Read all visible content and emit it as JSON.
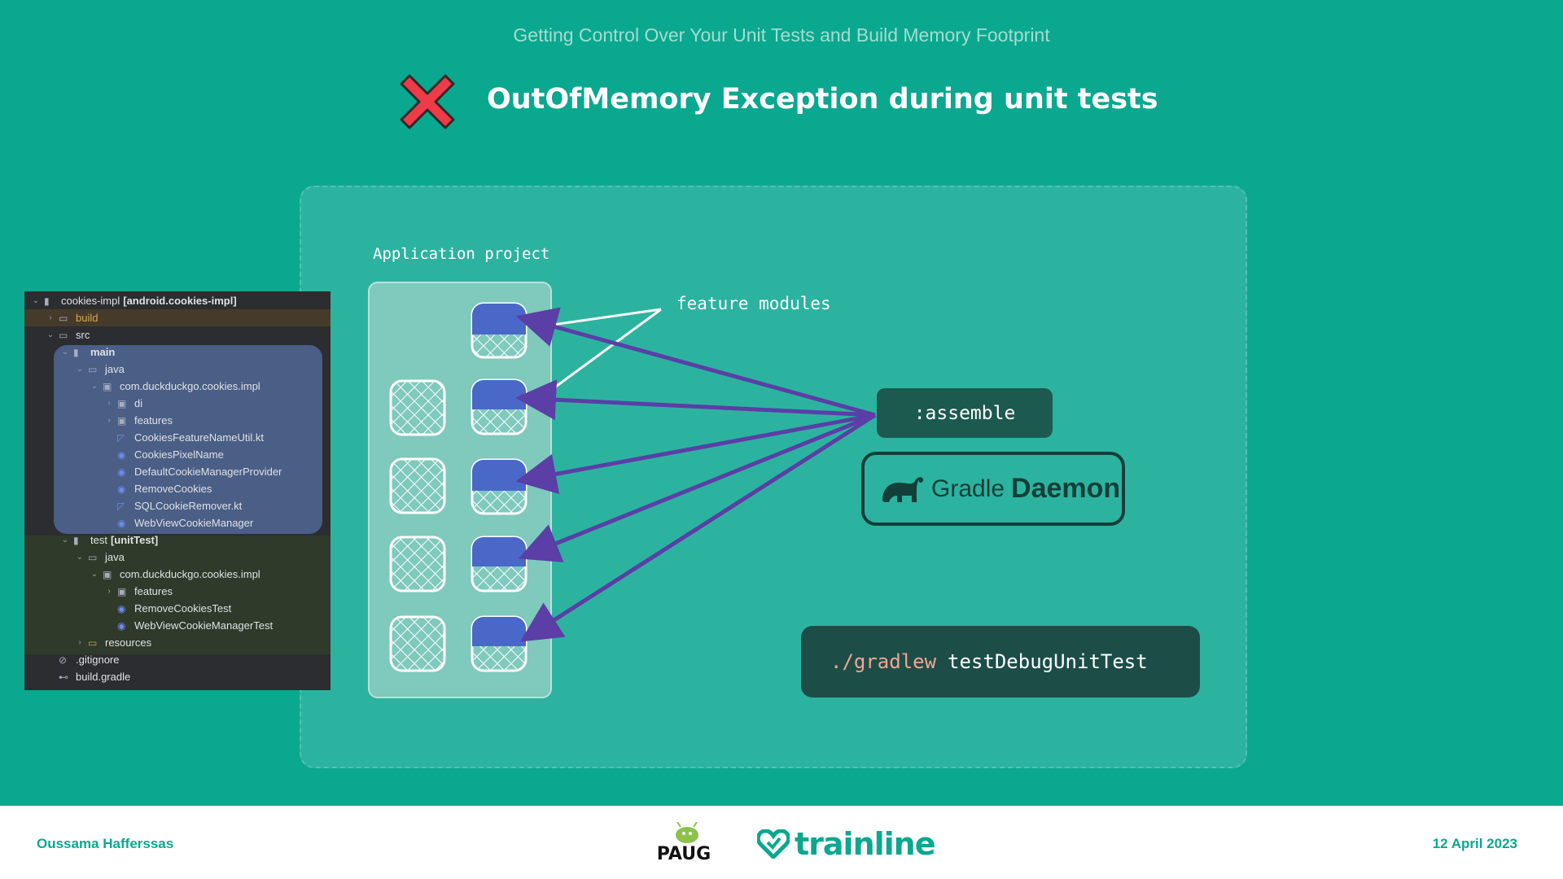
{
  "header": {
    "subtitle": "Getting Control Over Your Unit Tests and Build Memory Footprint",
    "title": "OutOfMemory Exception during unit tests"
  },
  "diagram": {
    "project_label": "Application project",
    "feature_modules_label": "feature modules",
    "assemble_label": ":assemble",
    "gradle_word": "Gradle",
    "gradle_daemon": "Daemon",
    "command_path": "./gradlew",
    "command_task": "testDebugUnitTest",
    "arrow_color": "#5b3ea6",
    "module_fill_color": "#4a68c8"
  },
  "tree": {
    "rows": [
      {
        "label": "cookies-impl",
        "suffix": "[android.cookies-impl]",
        "icon": "module-icon",
        "chevron": "down"
      },
      {
        "label": "build",
        "icon": "folder-icon",
        "chevron": "right",
        "color": "#d6a94a"
      },
      {
        "label": "src",
        "icon": "folder-icon",
        "chevron": "down"
      },
      {
        "label": "main",
        "icon": "module-icon",
        "chevron": "down",
        "bold": true
      },
      {
        "label": "java",
        "icon": "folder-icon",
        "chevron": "down"
      },
      {
        "label": "com.duckduckgo.cookies.impl",
        "icon": "package-icon",
        "chevron": "down"
      },
      {
        "label": "di",
        "icon": "package-icon",
        "chevron": "right"
      },
      {
        "label": "features",
        "icon": "package-icon",
        "chevron": "right"
      },
      {
        "label": "CookiesFeatureNameUtil.kt",
        "icon": "kotlin-file-icon",
        "chevron": ""
      },
      {
        "label": "CookiesPixelName",
        "icon": "class-icon",
        "chevron": ""
      },
      {
        "label": "DefaultCookieManagerProvider",
        "icon": "class-icon",
        "chevron": ""
      },
      {
        "label": "RemoveCookies",
        "icon": "class-icon",
        "chevron": ""
      },
      {
        "label": "SQLCookieRemover.kt",
        "icon": "kotlin-file-icon",
        "chevron": ""
      },
      {
        "label": "WebViewCookieManager",
        "icon": "class-icon",
        "chevron": ""
      },
      {
        "label": "test",
        "suffix": "[unitTest]",
        "icon": "module-icon",
        "chevron": "down"
      },
      {
        "label": "java",
        "icon": "folder-icon",
        "chevron": "down"
      },
      {
        "label": "com.duckduckgo.cookies.impl",
        "icon": "package-icon",
        "chevron": "down"
      },
      {
        "label": "features",
        "icon": "package-icon",
        "chevron": "right"
      },
      {
        "label": "RemoveCookiesTest",
        "icon": "class-icon",
        "chevron": ""
      },
      {
        "label": "WebViewCookieManagerTest",
        "icon": "class-icon",
        "chevron": ""
      },
      {
        "label": "resources",
        "icon": "resources-folder-icon",
        "chevron": "right"
      },
      {
        "label": ".gitignore",
        "icon": "ignore-file-icon",
        "chevron": ""
      },
      {
        "label": "build.gradle",
        "icon": "gradle-file-icon",
        "chevron": ""
      }
    ]
  },
  "footer": {
    "author": "Oussama Hafferssas",
    "date": "12 April 2023",
    "paug_logo_text": "PAUG",
    "trainline_logo_text": "trainline"
  }
}
